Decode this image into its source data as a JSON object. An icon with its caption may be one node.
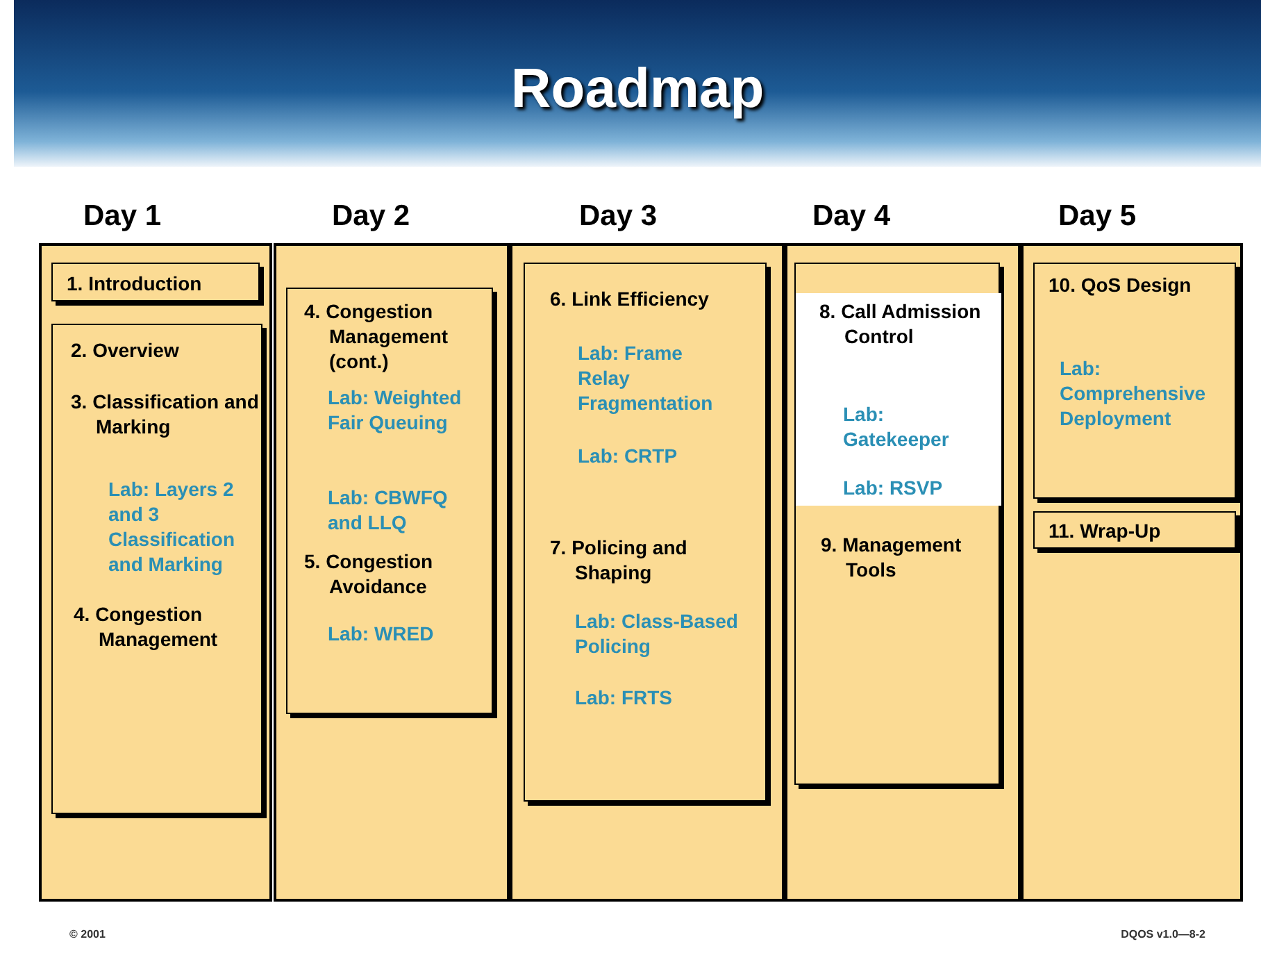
{
  "diagram": {
    "title": "Roadmap",
    "nodes": [
      {
        "text": [
          "Day 1"
        ]
      },
      {
        "text": [
          "1. Introduction"
        ],
        "in": 0
      },
      {
        "text": [
          "2. Overview",
          "3. Classification and Marking",
          "Lab: Layers 2 and 3 Classification and Marking",
          "4. Congestion Management"
        ],
        "in": 0
      },
      {
        "text": [
          "Day 2"
        ]
      },
      {
        "text": [
          "4. Congestion Management (cont.)",
          "Lab: Weighted Fair Queuing",
          "Lab: CBWFQ and LLQ",
          "5. Congestion Avoidance",
          "Lab: WRED"
        ],
        "in": 3
      },
      {
        "text": [
          "Day 3"
        ]
      },
      {
        "text": [
          "6. Link Efficiency",
          "Lab: Frame Relay Fragmentation",
          "Lab: CRTP",
          "7. Policing and Shaping",
          "Lab: Class-Based Policing",
          "Lab: FRTS"
        ],
        "in": 5
      },
      {
        "text": [
          "Day 4"
        ]
      },
      {
        "text": [
          "9. Management Tools"
        ],
        "in": 7
      },
      {
        "text": [
          "8. Call Admission Control",
          "Lab: Gatekeeper",
          "Lab: RSVP"
        ],
        "in": 8
      },
      {
        "text": [
          "Day 5"
        ]
      },
      {
        "text": [
          "10. QoS Design",
          "Lab: Comprehensive Deployment"
        ],
        "in": 10
      },
      {
        "text": [
          "11. Wrap-Up"
        ],
        "in": 10
      }
    ],
    "labels": [
      "© 2001",
      "DQOS v1.0—8-2"
    ]
  }
}
